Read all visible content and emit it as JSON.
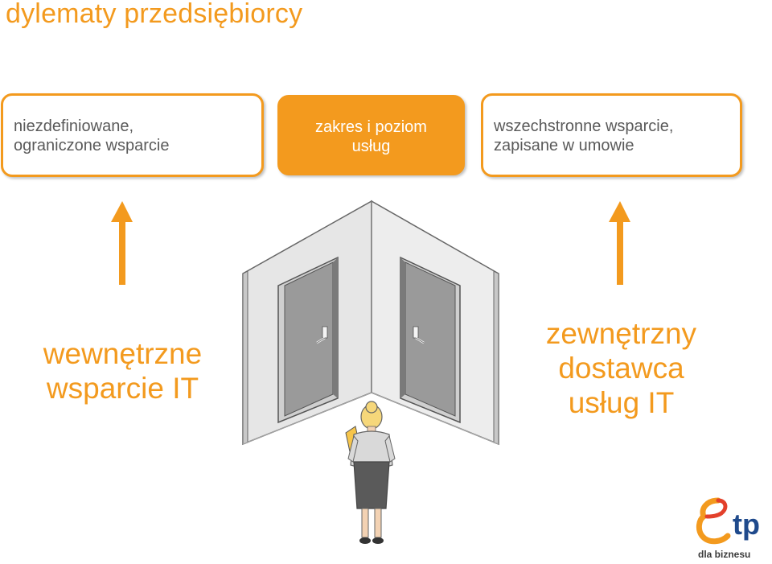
{
  "page": {
    "title": "dylematy przedsiębiorcy"
  },
  "options": [
    {
      "lines": [
        "niezdefiniowane,",
        "ograniczone wsparcie"
      ]
    },
    {
      "lines": [
        "zakres i poziom",
        "usług"
      ],
      "highlighted": true
    },
    {
      "lines": [
        "wszechstronne wsparcie,",
        "zapisane w umowie"
      ]
    }
  ],
  "choices": {
    "left": {
      "lines": [
        "wewnętrzne",
        "wsparcie IT"
      ]
    },
    "right": {
      "lines": [
        "zewnętrzny",
        "dostawca",
        "usług IT"
      ]
    }
  },
  "brand": {
    "logo_text": "tp",
    "caption": "dla biznesu"
  },
  "colors": {
    "accent": "#f39a1e",
    "text_gray": "#5a5a5a",
    "wall": "#e6e6e6",
    "door": "#9a9a9a"
  },
  "icons": {
    "arrow": "up-arrow-icon",
    "illustration": "two-doors-illustration",
    "person": "businesswoman-figure",
    "logo": "tp-logo"
  }
}
